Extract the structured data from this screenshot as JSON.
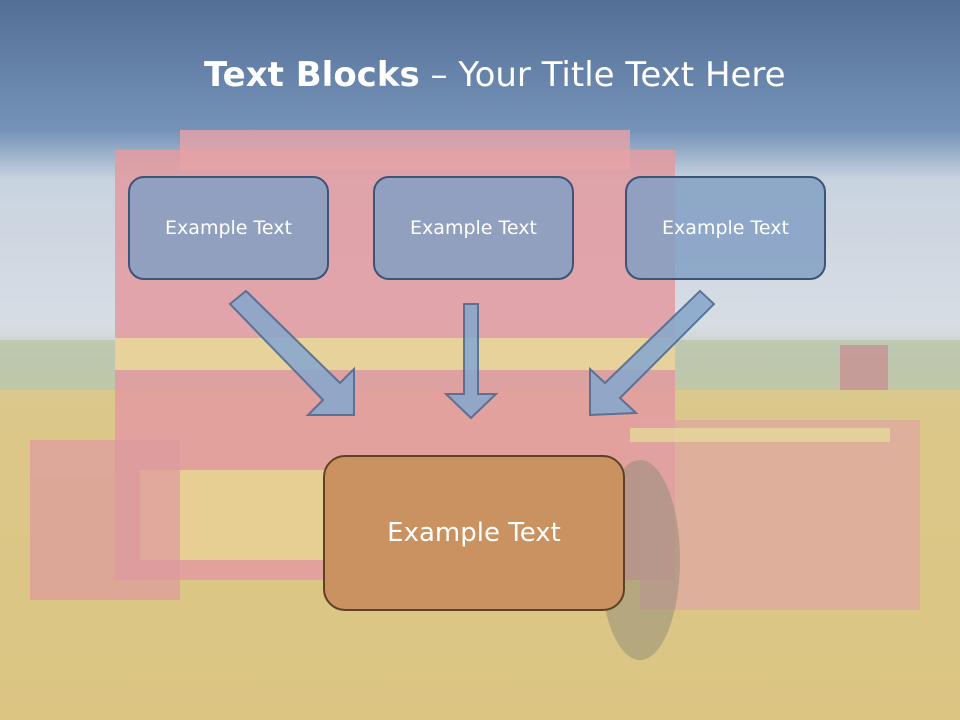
{
  "slide": {
    "title_bold": "Text Blocks",
    "title_dash": " – ",
    "title_rest": "Your Title Text Here"
  },
  "blocks": [
    {
      "label": "Example Text"
    },
    {
      "label": "Example Text"
    },
    {
      "label": "Example Text"
    }
  ],
  "target_block": {
    "label": "Example Text"
  },
  "colors": {
    "title_band": "#5f7fa6",
    "small_box_fill": "#84a0c4",
    "small_box_border": "#3b5478",
    "target_fill": "#c99260",
    "target_border": "#5e4226",
    "arrow_fill": "#8aa8cc",
    "arrow_stroke": "#4d6b93"
  }
}
